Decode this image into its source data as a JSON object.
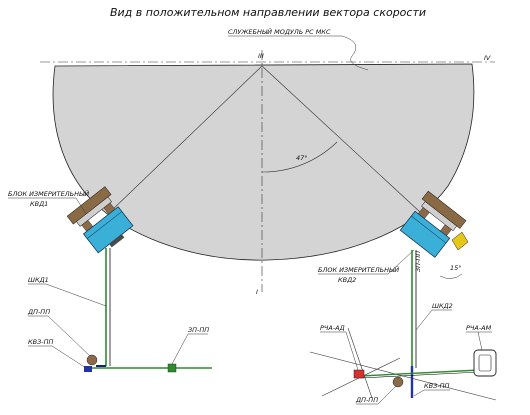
{
  "title": "Вид в положительном направлении вектора скорости",
  "labels": {
    "service_module": "СЛУЖЕБНЫЙ МОДУЛЬ РС МКС",
    "axis_iii": "III",
    "axis_iv": "IV",
    "axis_i": "I",
    "angle": "47°",
    "angle2": "15°",
    "block_kvd1_l1": "БЛОК ИЗМЕРИТЕЛЬНЫЙ",
    "block_kvd1_l2": "КВД1",
    "block_kvd2_l1": "БЛОК ИЗМЕРИТЕЛЬНЫЙ",
    "block_kvd2_l2": "КВД2",
    "shkd1": "ШКД1",
    "shkd2": "ШКД2",
    "dp_pp_left": "ДП-ПП",
    "kvz_pp_left": "КВЗ-ПП",
    "zp_pp_left": "ЗП-ПП",
    "zp_pp_right": "ЗП-ПП",
    "rch_ad": "РЧА-АД",
    "rch_am": "РЧА-АМ",
    "dp_pp_right": "ДП-ПП",
    "kvz_pp_right": "КВЗ-ПП"
  },
  "colors": {
    "hull": "#d4d4d4",
    "block": "#3ab0d8",
    "cable": "#2e8b2e",
    "bracket": "#8a6a44",
    "shock": "#8c6a48",
    "connector": "#2233aa",
    "accent_yellow": "#e6c619"
  }
}
